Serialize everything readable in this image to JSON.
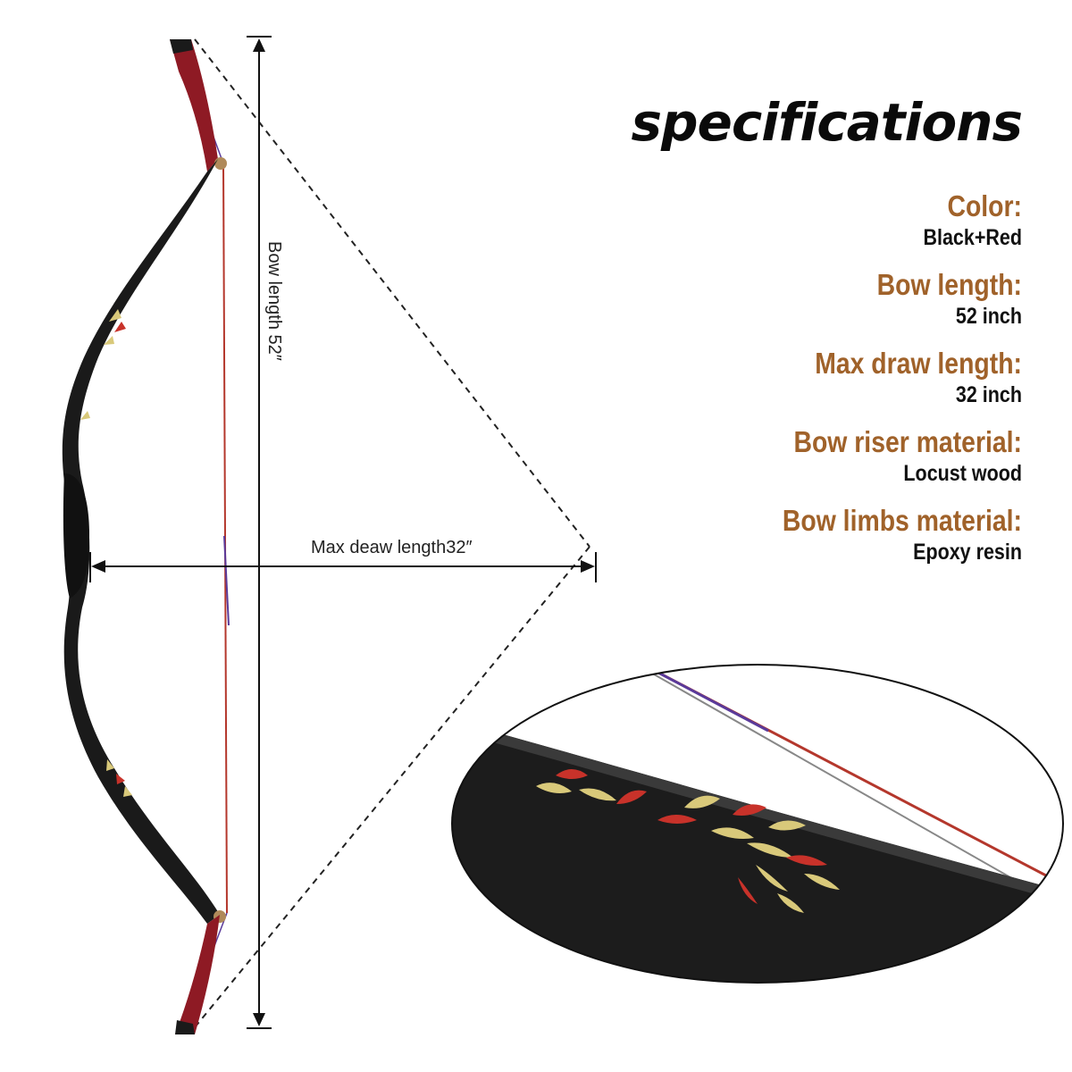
{
  "title": "specifications",
  "specs": [
    {
      "label": "Color:",
      "value": "Black+Red"
    },
    {
      "label": "Bow length:",
      "value": "52 inch"
    },
    {
      "label": "Max draw length:",
      "value": "32 inch"
    },
    {
      "label": "Bow riser material:",
      "value": "Locust wood"
    },
    {
      "label": "Bow limbs material:",
      "value": "Epoxy resin"
    }
  ],
  "dimensions": {
    "bow_length_label": "Bow length 52″",
    "draw_length_label": "Max deaw length32″"
  },
  "colors": {
    "label_accent": "#a0622a",
    "bow_black": "#1a1a1a",
    "bow_red": "#8e1a24",
    "string_red": "#b4372c",
    "string_purple": "#5a3a9a",
    "embroidery_gold": "#d9c97a",
    "embroidery_red": "#c8322a"
  }
}
